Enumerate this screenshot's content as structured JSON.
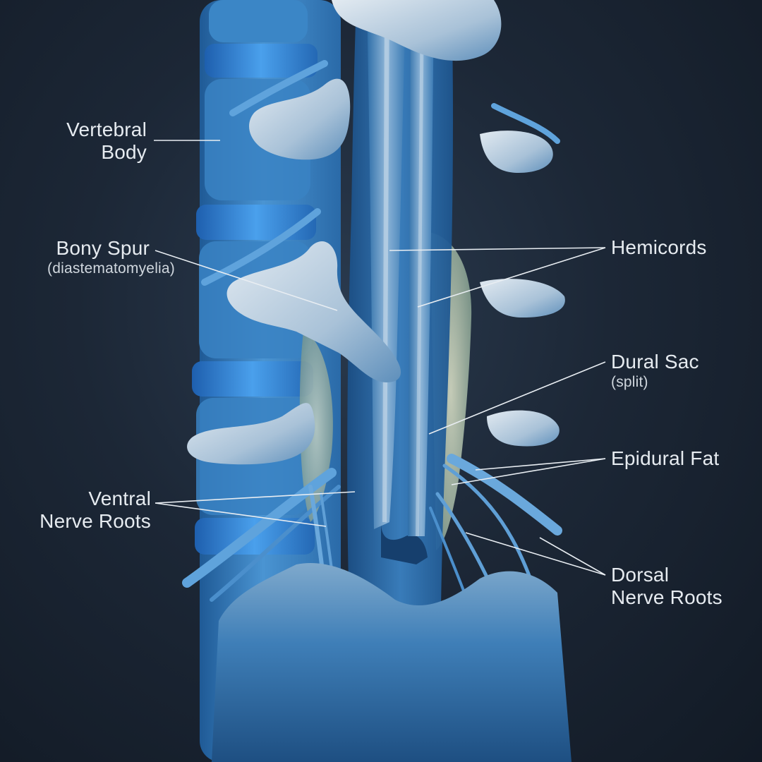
{
  "labels": {
    "vertebral_body": [
      "Vertebral",
      "Body"
    ],
    "bony_spur": {
      "title": "Bony Spur",
      "sub": "(diastematomyelia)"
    },
    "ventral_roots": [
      "Ventral",
      "Nerve Roots"
    ],
    "hemicords": "Hemicords",
    "dural_sac": {
      "title": "Dural Sac",
      "sub": "(split)"
    },
    "epidural_fat": "Epidural Fat",
    "dorsal_roots": [
      "Dorsal",
      "Nerve Roots"
    ]
  },
  "colors": {
    "background": "#1c2736",
    "bone_blue": "#3a86c8",
    "bone_light": "#cfdbe6",
    "disc": "#2f6fb8",
    "fat": "#b9c3a8",
    "leader": "#e8edf2",
    "label_text": "#e6ebf0"
  }
}
